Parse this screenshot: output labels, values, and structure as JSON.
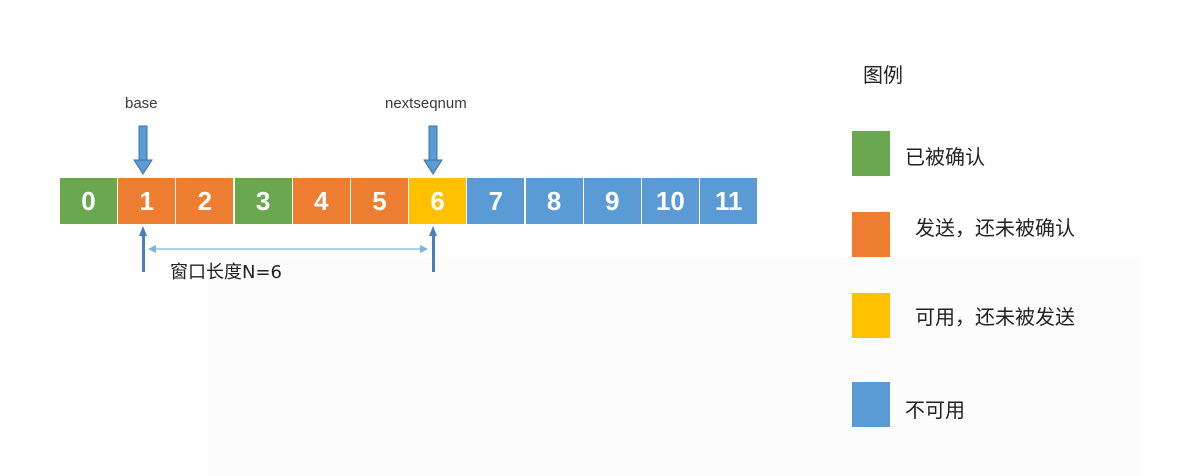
{
  "colors": {
    "acked": "#6aa84f",
    "sent_unacked": "#ed7d31",
    "usable_unsent": "#ffc000",
    "unusable": "#5b9bd5",
    "arrow": "#4a7ebb",
    "span_line": "#7fb0dc"
  },
  "sequence": [
    {
      "label": "0",
      "state": "acked"
    },
    {
      "label": "1",
      "state": "sent_unacked"
    },
    {
      "label": "2",
      "state": "sent_unacked"
    },
    {
      "label": "3",
      "state": "acked"
    },
    {
      "label": "4",
      "state": "sent_unacked"
    },
    {
      "label": "5",
      "state": "sent_unacked"
    },
    {
      "label": "6",
      "state": "usable_unsent"
    },
    {
      "label": "7",
      "state": "unusable"
    },
    {
      "label": "8",
      "state": "unusable"
    },
    {
      "label": "9",
      "state": "unusable"
    },
    {
      "label": "10",
      "state": "unusable"
    },
    {
      "label": "11",
      "state": "unusable"
    }
  ],
  "pointers": {
    "base": {
      "label": "base",
      "index": 1
    },
    "nextseqnum": {
      "label": "nextseqnum",
      "index": 6
    }
  },
  "window": {
    "label": "窗口长度N=6"
  },
  "legend": {
    "title": "图例",
    "items": [
      {
        "label": "已被确认",
        "state": "acked"
      },
      {
        "label": "发送，还未被确认",
        "state": "sent_unacked"
      },
      {
        "label": "可用，还未被发送",
        "state": "usable_unsent"
      },
      {
        "label": "不可用",
        "state": "unusable"
      }
    ]
  }
}
